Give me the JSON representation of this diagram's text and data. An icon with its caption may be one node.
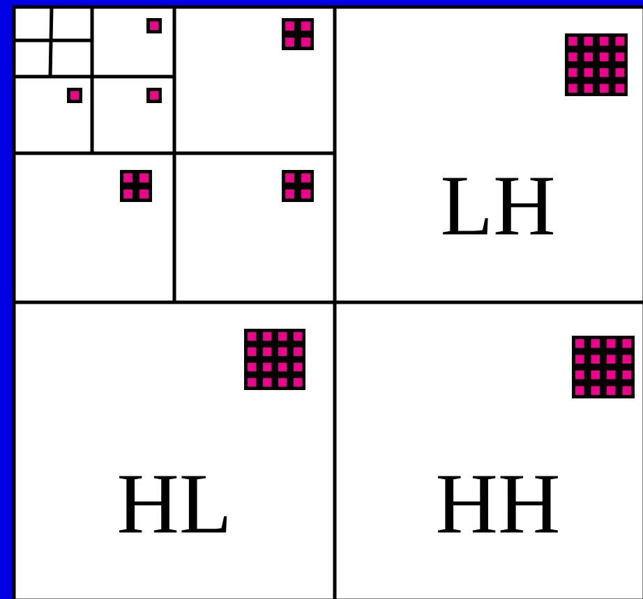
{
  "diagram": {
    "nodes": [
      {
        "text": [
          "LH"
        ]
      },
      {
        "text": [
          "HL"
        ]
      },
      {
        "text": [
          "HH"
        ]
      }
    ]
  }
}
